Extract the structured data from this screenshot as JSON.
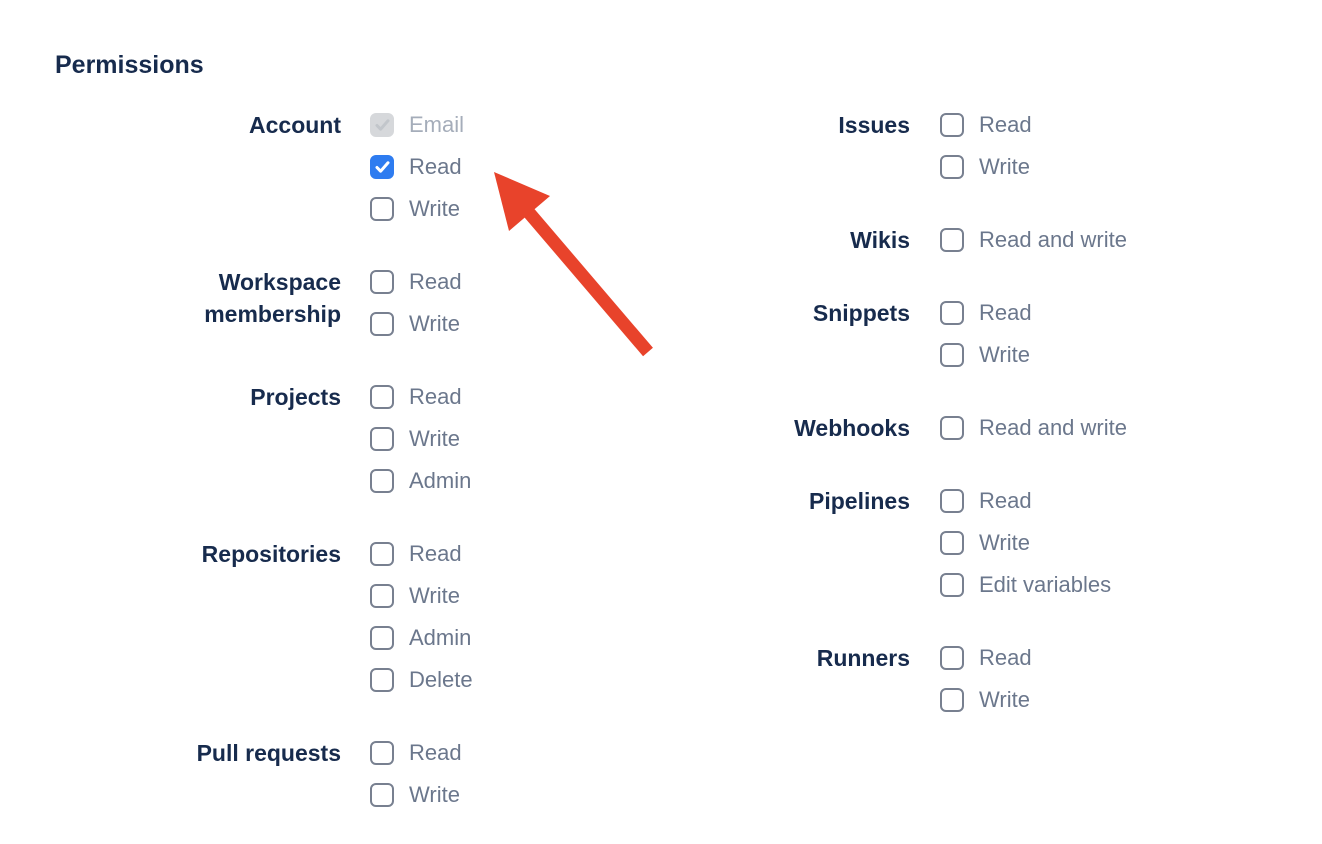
{
  "page": {
    "title": "Permissions"
  },
  "colors": {
    "heading_text": "#172B4D",
    "group_label_text": "#172B4D",
    "option_label_text": "#6B778C",
    "option_label_disabled": "#A5ADBA",
    "checkbox_border": "#788090",
    "checkbox_checked_bg": "#2E7CF0",
    "checkbox_disabled_bg": "#D6D8DB",
    "checkbox_disabled_check": "#C2C6CB",
    "arrow": "#E8432B"
  },
  "columns": [
    {
      "groups": [
        {
          "label": "Account",
          "options": [
            {
              "label": "Email",
              "checked": true,
              "disabled": true
            },
            {
              "label": "Read",
              "checked": true,
              "disabled": false
            },
            {
              "label": "Write",
              "checked": false,
              "disabled": false
            }
          ]
        },
        {
          "label": "Workspace membership",
          "options": [
            {
              "label": "Read",
              "checked": false,
              "disabled": false
            },
            {
              "label": "Write",
              "checked": false,
              "disabled": false
            }
          ]
        },
        {
          "label": "Projects",
          "options": [
            {
              "label": "Read",
              "checked": false,
              "disabled": false
            },
            {
              "label": "Write",
              "checked": false,
              "disabled": false
            },
            {
              "label": "Admin",
              "checked": false,
              "disabled": false
            }
          ]
        },
        {
          "label": "Repositories",
          "options": [
            {
              "label": "Read",
              "checked": false,
              "disabled": false
            },
            {
              "label": "Write",
              "checked": false,
              "disabled": false
            },
            {
              "label": "Admin",
              "checked": false,
              "disabled": false
            },
            {
              "label": "Delete",
              "checked": false,
              "disabled": false
            }
          ]
        },
        {
          "label": "Pull requests",
          "options": [
            {
              "label": "Read",
              "checked": false,
              "disabled": false
            },
            {
              "label": "Write",
              "checked": false,
              "disabled": false
            }
          ]
        }
      ]
    },
    {
      "groups": [
        {
          "label": "Issues",
          "options": [
            {
              "label": "Read",
              "checked": false,
              "disabled": false
            },
            {
              "label": "Write",
              "checked": false,
              "disabled": false
            }
          ]
        },
        {
          "label": "Wikis",
          "options": [
            {
              "label": "Read and write",
              "checked": false,
              "disabled": false
            }
          ]
        },
        {
          "label": "Snippets",
          "options": [
            {
              "label": "Read",
              "checked": false,
              "disabled": false
            },
            {
              "label": "Write",
              "checked": false,
              "disabled": false
            }
          ]
        },
        {
          "label": "Webhooks",
          "options": [
            {
              "label": "Read and write",
              "checked": false,
              "disabled": false
            }
          ]
        },
        {
          "label": "Pipelines",
          "options": [
            {
              "label": "Read",
              "checked": false,
              "disabled": false
            },
            {
              "label": "Write",
              "checked": false,
              "disabled": false
            },
            {
              "label": "Edit variables",
              "checked": false,
              "disabled": false
            }
          ]
        },
        {
          "label": "Runners",
          "options": [
            {
              "label": "Read",
              "checked": false,
              "disabled": false
            },
            {
              "label": "Write",
              "checked": false,
              "disabled": false
            }
          ]
        }
      ]
    }
  ],
  "annotation_arrow": {
    "color": "#E8432B"
  }
}
